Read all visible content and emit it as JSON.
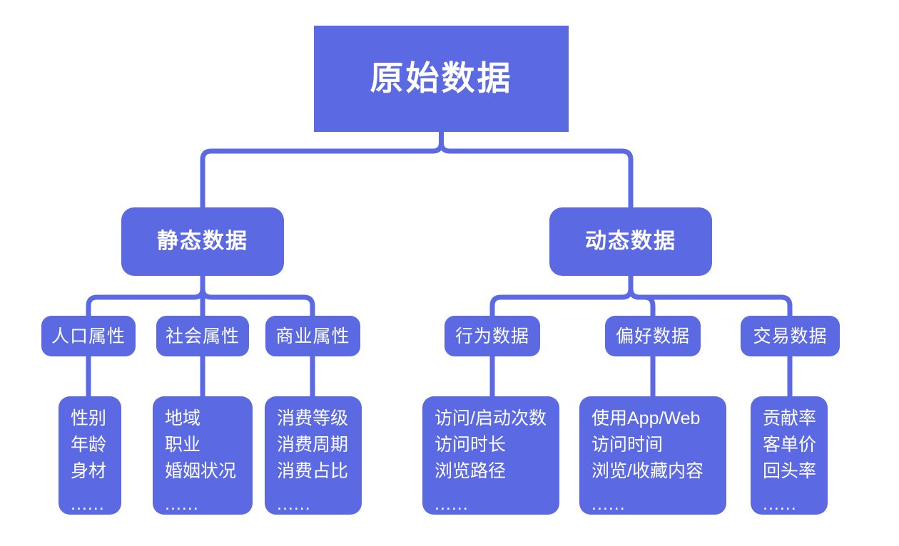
{
  "colors": {
    "accent": "#5b6ae3",
    "text": "#ffffff",
    "background": "#ffffff"
  },
  "tree": {
    "root": {
      "label": "原始数据"
    },
    "branches": [
      {
        "label": "静态数据",
        "children": [
          {
            "label": "人口属性",
            "items": [
              "性别",
              "年龄",
              "身材",
              "......"
            ]
          },
          {
            "label": "社会属性",
            "items": [
              "地域",
              "职业",
              "婚姻状况",
              "......"
            ]
          },
          {
            "label": "商业属性",
            "items": [
              "消费等级",
              "消费周期",
              "消费占比",
              "......"
            ]
          }
        ]
      },
      {
        "label": "动态数据",
        "children": [
          {
            "label": "行为数据",
            "items": [
              "访问/启动次数",
              "访问时长",
              "浏览路径",
              "......"
            ]
          },
          {
            "label": "偏好数据",
            "items": [
              "使用App/Web",
              "访问时间",
              "浏览/收藏内容",
              "......"
            ]
          },
          {
            "label": "交易数据",
            "items": [
              "贡献率",
              "客单价",
              "回头率",
              "......"
            ]
          }
        ]
      }
    ]
  }
}
